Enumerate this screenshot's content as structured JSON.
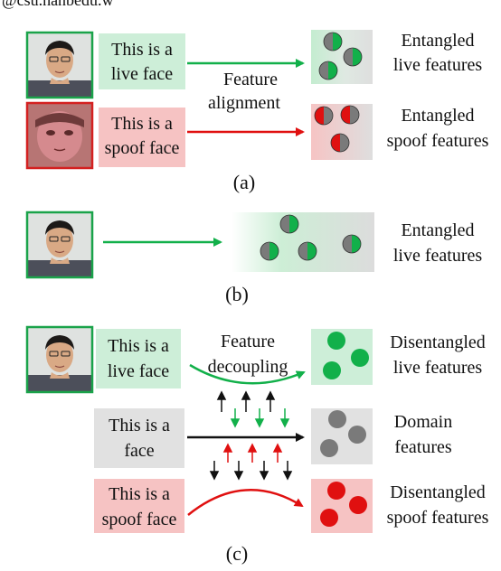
{
  "header": {
    "fragment": "@csu.hanbedu.w"
  },
  "colors": {
    "live_green": "#12b04a",
    "spoof_red": "#e01010",
    "domain_gray": "#7a7a7a",
    "live_box": "#cdeed8",
    "spoof_box": "#f6c3c3",
    "domain_box": "#e1e1e1",
    "live_border": "#1aa34a",
    "spoof_border": "#d42020",
    "arrow_black": "#111111"
  },
  "panel_a": {
    "label": "(a)",
    "live_text": [
      "This is a",
      "live face"
    ],
    "spoof_text": [
      "This is a",
      "spoof face"
    ],
    "arrow_caption": [
      "Feature",
      "alignment"
    ],
    "live_result": [
      "Entangled",
      "live features"
    ],
    "spoof_result": [
      "Entangled",
      "spoof features"
    ]
  },
  "panel_b": {
    "label": "(b)",
    "result": [
      "Entangled",
      "live features"
    ]
  },
  "panel_c": {
    "label": "(c)",
    "live_text": [
      "This is a",
      "live face"
    ],
    "domain_text": [
      "This is a",
      "face"
    ],
    "spoof_text": [
      "This is a",
      "spoof face"
    ],
    "decoupling_caption": [
      "Feature",
      "decoupling"
    ],
    "live_result": [
      "Disentangled",
      "live features"
    ],
    "domain_result": [
      "Domain",
      "features"
    ],
    "spoof_result": [
      "Disentangled",
      "spoof features"
    ]
  },
  "icons": {
    "face_photo": "face-photo-icon",
    "feature_dot": "feature-dot-icon"
  }
}
